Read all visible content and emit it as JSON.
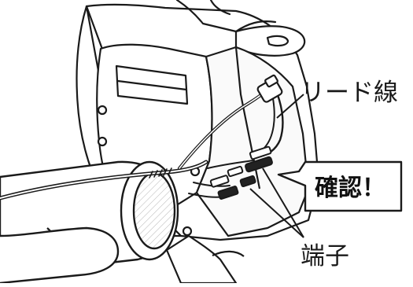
{
  "labels": {
    "lead_wire": "リード線",
    "terminal": "端子",
    "check_callout": "確認！"
  },
  "colors": {
    "line": "#1a1a1a",
    "fill": "#ffffff",
    "shade": "#e9e9e9"
  }
}
